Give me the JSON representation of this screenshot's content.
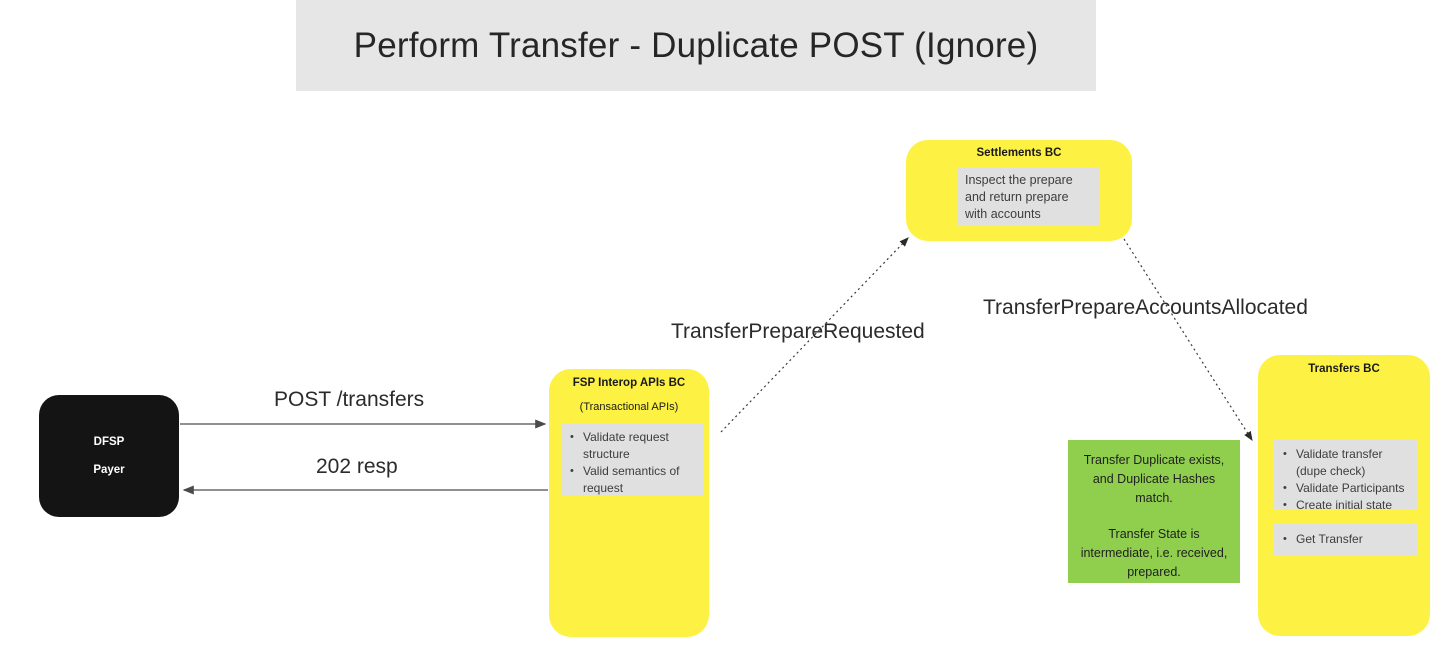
{
  "title": {
    "text": "Perform Transfer - Duplicate POST (Ignore)"
  },
  "actors": {
    "dfsp": {
      "line1": "DFSP",
      "line2": "Payer"
    }
  },
  "boxes": {
    "settlements": {
      "title": "Settlements BC",
      "note": "Inspect the prepare and return prepare with accounts"
    },
    "fsp_interop": {
      "title": "FSP Interop APIs BC",
      "subtitle": "(Transactional APIs)",
      "items": [
        "Validate request structure",
        "Valid semantics of request"
      ]
    },
    "transfers": {
      "title": "Transfers BC",
      "items_primary": [
        "Validate transfer (dupe check)",
        "Validate Participants",
        "Create initial state"
      ],
      "items_secondary": [
        "Get Transfer"
      ]
    }
  },
  "notes": {
    "green": {
      "paragraph1": "Transfer Duplicate exists, and Duplicate Hashes match.",
      "paragraph2": "Transfer State is intermediate, i.e. received, prepared."
    }
  },
  "flows": {
    "request": "POST /transfers",
    "response": "202 resp",
    "event_prepare_requested": "TransferPrepareRequested",
    "event_accounts_allocated": "TransferPrepareAccountsAllocated"
  },
  "colors": {
    "banner": "#e6e6e6",
    "bc_yellow": "#fdf243",
    "note_green": "#90ce4e",
    "panel_gray": "#e0e0e0",
    "actor_black": "#141414",
    "arrow": "#595959"
  }
}
